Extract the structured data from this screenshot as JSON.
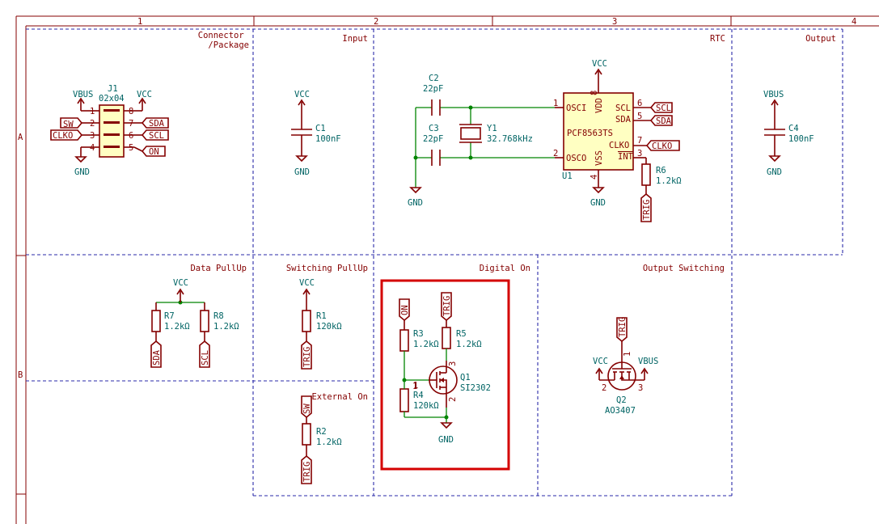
{
  "frame": {
    "columns": [
      "1",
      "2",
      "3",
      "4"
    ],
    "rows": [
      "A",
      "B"
    ]
  },
  "sections": {
    "connector": "Connector\n/Package",
    "input": "Input",
    "rtc": "RTC",
    "output": "Output",
    "data_pullup": "Data PullUp",
    "switching_pullup": "Switching PullUp",
    "digital_on": "Digital On",
    "output_switching": "Output Switching",
    "external_on": "External On"
  },
  "j1": {
    "ref": "J1",
    "value": "02x04",
    "pins": [
      "1",
      "2",
      "3",
      "4",
      "8",
      "7",
      "6",
      "5"
    ],
    "labels_left": [
      "SW",
      "CLKO"
    ],
    "labels_right": [
      "SDA",
      "SCL",
      "ON"
    ],
    "power_left": "VBUS",
    "power_right": "VCC",
    "ground": "GND"
  },
  "c1": {
    "ref": "C1",
    "value": "100nF",
    "power": "VCC",
    "ground": "GND"
  },
  "c4": {
    "ref": "C4",
    "value": "100nF",
    "power": "VBUS",
    "ground": "GND"
  },
  "rtc": {
    "c2": {
      "ref": "C2",
      "value": "22pF"
    },
    "c3": {
      "ref": "C3",
      "value": "22pF"
    },
    "y1": {
      "ref": "Y1",
      "value": "32.768kHz"
    },
    "u1": {
      "ref": "U1",
      "value": "PCF8563TS",
      "pins_left": [
        "OSCI",
        "OSCO"
      ],
      "pin_nums_left": [
        "1",
        "2"
      ],
      "pins_right": [
        "SCL",
        "SDA",
        "CLKO",
        "INT"
      ],
      "pin_nums_right": [
        "6",
        "5",
        "7",
        "3"
      ],
      "pin_vdd": "VDD",
      "pin_vdd_num": "8",
      "pin_vss": "VSS",
      "pin_vss_num": "4"
    },
    "labels": [
      "SCL",
      "SDA",
      "CLKO",
      "TRIG"
    ],
    "vcc": "VCC",
    "gnd_left": "GND",
    "gnd_u1": "GND",
    "r6": {
      "ref": "R6",
      "value": "1.2kΩ"
    }
  },
  "data_pullup": {
    "vcc": "VCC",
    "r7": {
      "ref": "R7",
      "value": "1.2kΩ"
    },
    "r8": {
      "ref": "R8",
      "value": "1.2kΩ"
    },
    "labels": [
      "SDA",
      "SCL"
    ]
  },
  "switching_pullup": {
    "vcc": "VCC",
    "r1": {
      "ref": "R1",
      "value": "120kΩ"
    },
    "label": "TRIG"
  },
  "external_on": {
    "labels": [
      "SW",
      "TRIG"
    ],
    "r2": {
      "ref": "R2",
      "value": "1.2kΩ"
    }
  },
  "digital_on": {
    "labels": [
      "ON",
      "TRIG"
    ],
    "r3": {
      "ref": "R3",
      "value": "1.2kΩ"
    },
    "r5": {
      "ref": "R5",
      "value": "1.2kΩ"
    },
    "r4": {
      "ref": "R4",
      "value": "120kΩ"
    },
    "q1": {
      "ref": "Q1",
      "value": "SI2302"
    },
    "q1_pins": [
      "1",
      "2",
      "3"
    ],
    "r4_pin": "1",
    "gnd": "GND"
  },
  "output_switching": {
    "label": "TRIG",
    "vcc": "VCC",
    "vbus": "VBUS",
    "q2": {
      "ref": "Q2",
      "value": "AO3407"
    },
    "pins": [
      "1",
      "2",
      "3"
    ]
  },
  "colors": {
    "wire": "#008400",
    "component": "#840000",
    "text": "#006464",
    "sheet": "#2a2aa8",
    "highlight": "#d40000",
    "ic_fill": "#ffffc2"
  }
}
